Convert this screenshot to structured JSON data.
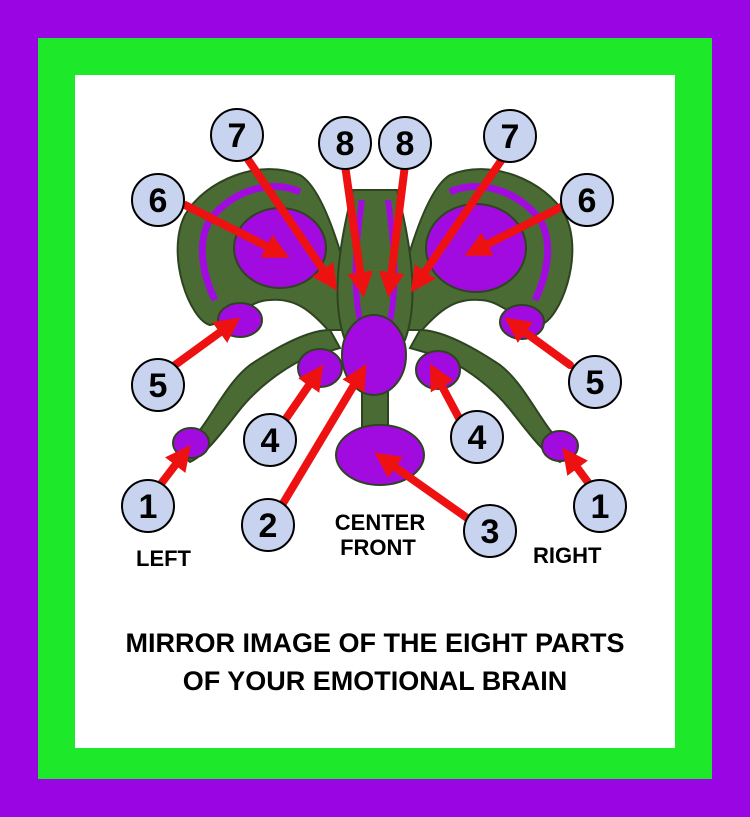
{
  "colors": {
    "outer_border": "#9a06e3",
    "inner_border": "#1ee82a",
    "panel": "#ffffff",
    "structure_green": "#4a6b34",
    "structure_purple": "#a20be0",
    "arrow": "#ee1111",
    "label_fill": "#c8d4ef"
  },
  "labels": {
    "left": "LEFT",
    "right": "RIGHT",
    "center_line1": "CENTER",
    "center_line2": "FRONT"
  },
  "markers": [
    {
      "number": "1",
      "side": "left"
    },
    {
      "number": "2",
      "side": "center"
    },
    {
      "number": "3",
      "side": "center"
    },
    {
      "number": "4",
      "side": "left"
    },
    {
      "number": "5",
      "side": "left"
    },
    {
      "number": "6",
      "side": "left"
    },
    {
      "number": "7",
      "side": "left"
    },
    {
      "number": "8",
      "side": "left"
    },
    {
      "number": "8",
      "side": "right"
    },
    {
      "number": "7",
      "side": "right"
    },
    {
      "number": "6",
      "side": "right"
    },
    {
      "number": "5",
      "side": "right"
    },
    {
      "number": "4",
      "side": "right"
    },
    {
      "number": "1",
      "side": "right"
    }
  ],
  "caption": {
    "line1": "MIRROR IMAGE OF THE EIGHT PARTS",
    "line2": "OF YOUR EMOTIONAL BRAIN"
  }
}
